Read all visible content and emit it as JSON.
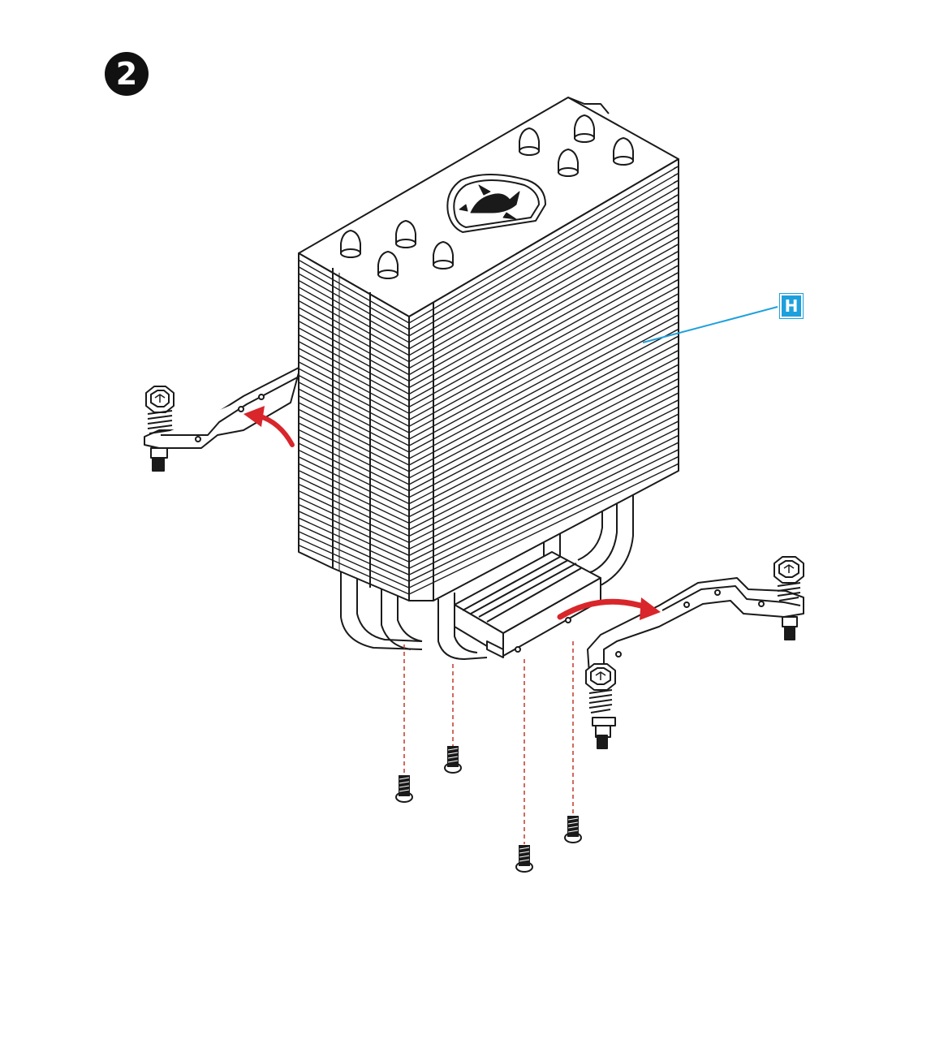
{
  "step": {
    "number": "2"
  },
  "callout": {
    "label": "H",
    "target": "heatsink"
  },
  "colors": {
    "callout_blue": "#1ea0dc",
    "arrow_red": "#d8262b",
    "guide_red": "#c0392b",
    "line": "#1a1a1a",
    "badge": "#111111"
  },
  "icons": {
    "logo": "msi-dragon-shield-logo"
  }
}
